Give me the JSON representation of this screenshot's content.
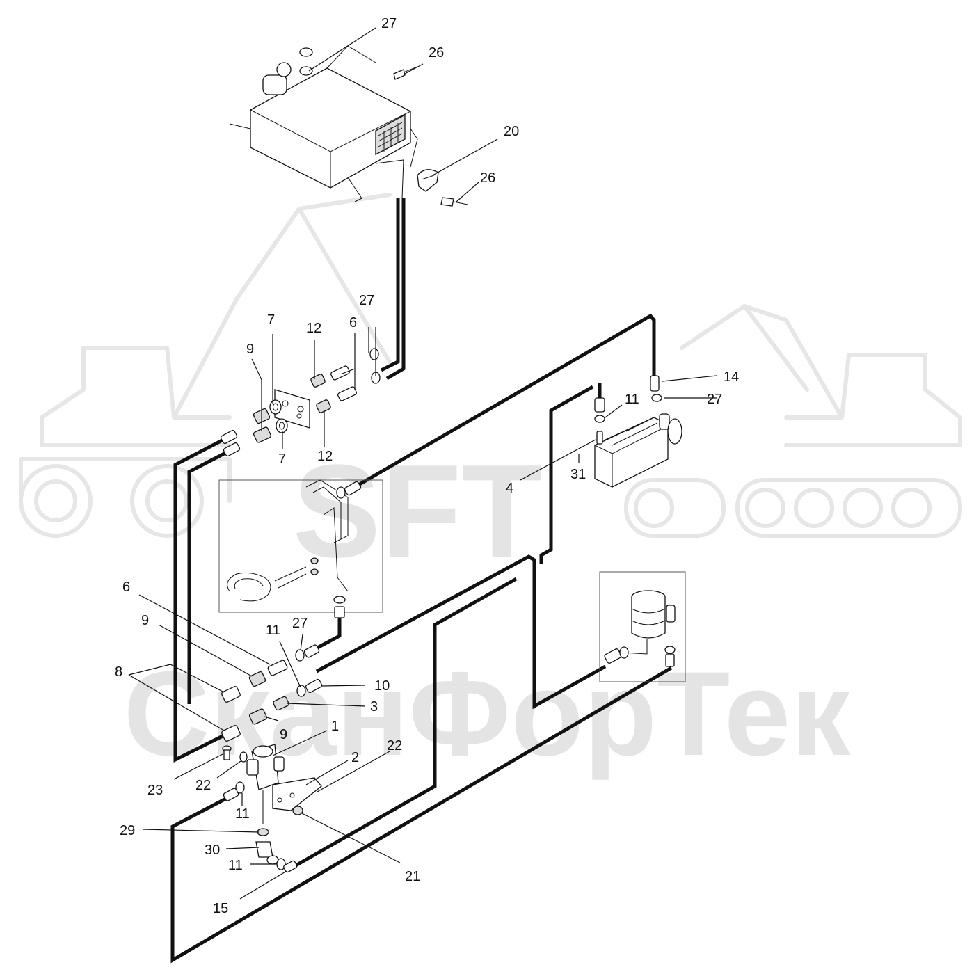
{
  "watermark": {
    "brand": "SFT",
    "company": "СканФорТек",
    "color": "#e4e4e4"
  },
  "callouts": [
    {
      "id": "c-27a",
      "text": "27"
    },
    {
      "id": "c-26a",
      "text": "26"
    },
    {
      "id": "c-20",
      "text": "20"
    },
    {
      "id": "c-26b",
      "text": "26"
    },
    {
      "id": "c-7a",
      "text": "7"
    },
    {
      "id": "c-12a",
      "text": "12"
    },
    {
      "id": "c-6a",
      "text": "6"
    },
    {
      "id": "c-27b",
      "text": "27"
    },
    {
      "id": "c-9a",
      "text": "9"
    },
    {
      "id": "c-7b",
      "text": "7"
    },
    {
      "id": "c-12b",
      "text": "12"
    },
    {
      "id": "c-14",
      "text": "14"
    },
    {
      "id": "c-11a",
      "text": "11"
    },
    {
      "id": "c-27c",
      "text": "27"
    },
    {
      "id": "c-31",
      "text": "31"
    },
    {
      "id": "c-4",
      "text": "4"
    },
    {
      "id": "c-6b",
      "text": "6"
    },
    {
      "id": "c-9b",
      "text": "9"
    },
    {
      "id": "c-27d",
      "text": "27"
    },
    {
      "id": "c-11b",
      "text": "11"
    },
    {
      "id": "c-8",
      "text": "8"
    },
    {
      "id": "c-10",
      "text": "10"
    },
    {
      "id": "c-3",
      "text": "3"
    },
    {
      "id": "c-9c",
      "text": "9"
    },
    {
      "id": "c-1",
      "text": "1"
    },
    {
      "id": "c-2",
      "text": "2"
    },
    {
      "id": "c-22a",
      "text": "22"
    },
    {
      "id": "c-23",
      "text": "23"
    },
    {
      "id": "c-22b",
      "text": "22"
    },
    {
      "id": "c-11c",
      "text": "11"
    },
    {
      "id": "c-29",
      "text": "29"
    },
    {
      "id": "c-30",
      "text": "30"
    },
    {
      "id": "c-11d",
      "text": "11"
    },
    {
      "id": "c-21",
      "text": "21"
    },
    {
      "id": "c-15",
      "text": "15"
    }
  ]
}
